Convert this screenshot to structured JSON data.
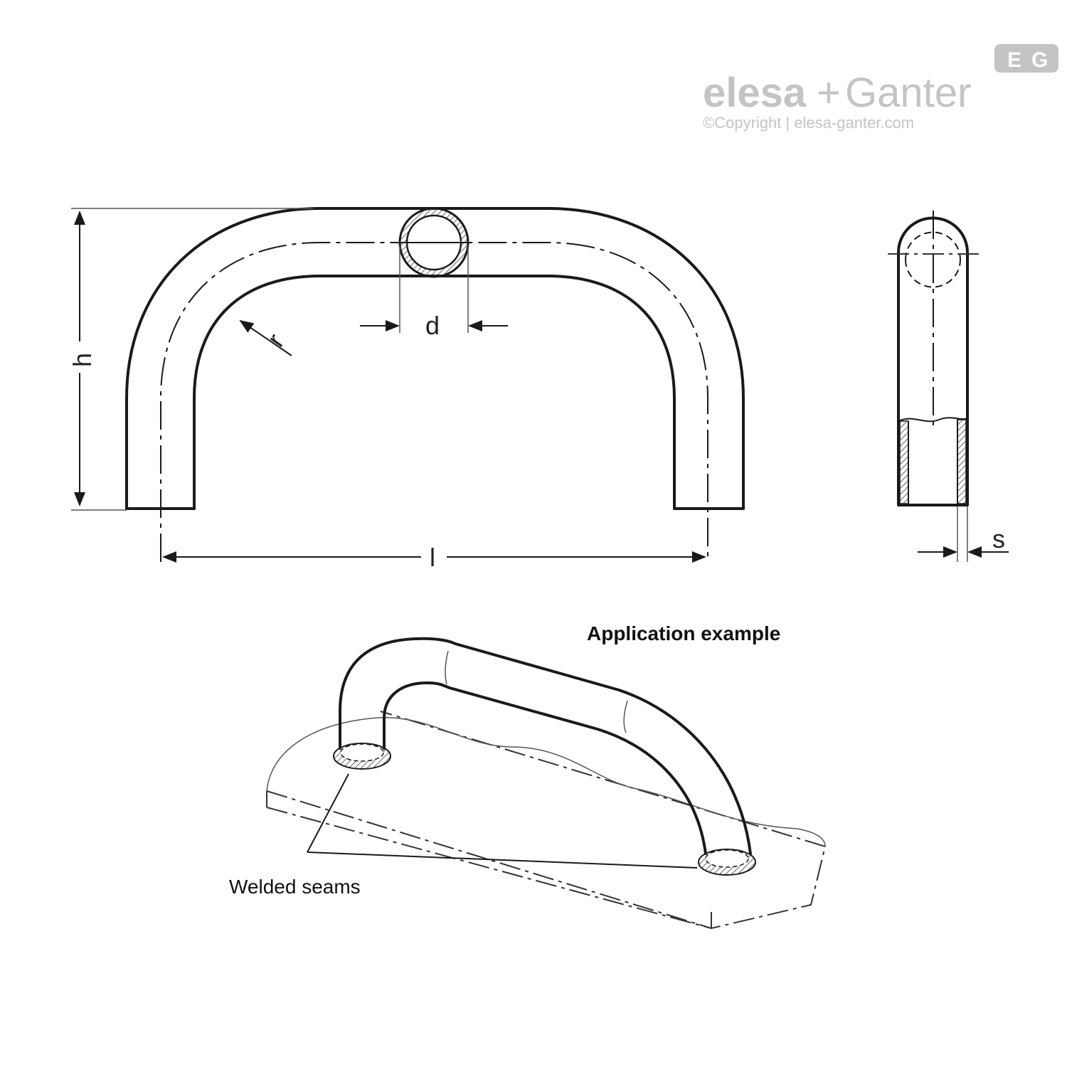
{
  "logo": {
    "brand_left": "elesa",
    "brand_plus": "+",
    "brand_right": "Ganter",
    "copyright": "©Copyright | elesa-ganter.com",
    "badge_left": "E",
    "badge_right": "G"
  },
  "dimensions": {
    "height_label": "h",
    "radius_label": "r",
    "diameter_label": "d",
    "length_label": "l",
    "wall_label": "s"
  },
  "application": {
    "title": "Application example",
    "welded_label": "Welded seams"
  },
  "colors": {
    "line": "#1a1a1a",
    "logo_gray": "#c4c4c4"
  }
}
